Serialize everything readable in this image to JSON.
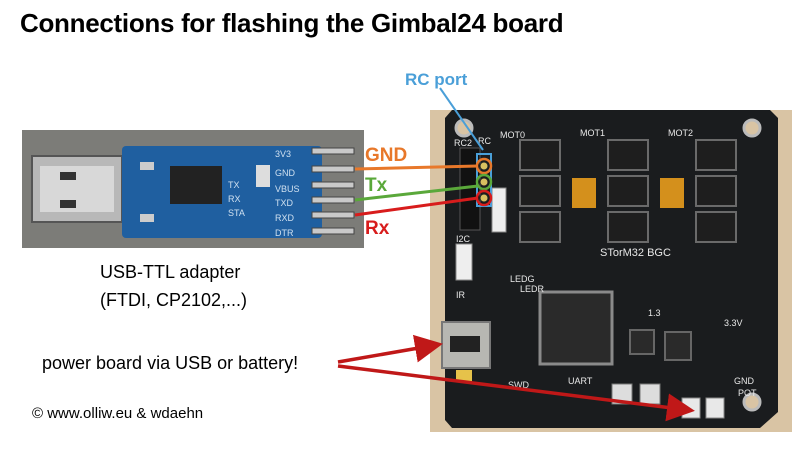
{
  "title": "Connections for flashing the Gimbal24 board",
  "labels": {
    "rc_port": "RC port",
    "gnd": "GND",
    "tx": "Tx",
    "rx": "Rx",
    "usb_line1": "USB-TTL adapter",
    "usb_line2": "(FTDI, CP2102,...)",
    "power": "power board via USB or battery!",
    "copyright": "© www.olliw.eu & wdaehn"
  },
  "adapter_pins": [
    "3V3",
    "GND",
    "VBUS",
    "TXD",
    "RXD",
    "DTR"
  ],
  "adapter_chip_labels": [
    "TX",
    "RX",
    "STA"
  ],
  "board_silkscreen": [
    "MOT0",
    "MOT1",
    "MOT2",
    "RC2",
    "RC",
    "I2C",
    "LEDR",
    "LEDG",
    "IR",
    "SWD",
    "UART",
    "1.3",
    "3.3V",
    "POT",
    "GND",
    "STorM32 BGC"
  ],
  "colors": {
    "gnd": "#e8782a",
    "tx": "#5aa83a",
    "rx": "#d81c1c",
    "rc_port": "#4a9fd8",
    "arrow": "#c01818"
  }
}
